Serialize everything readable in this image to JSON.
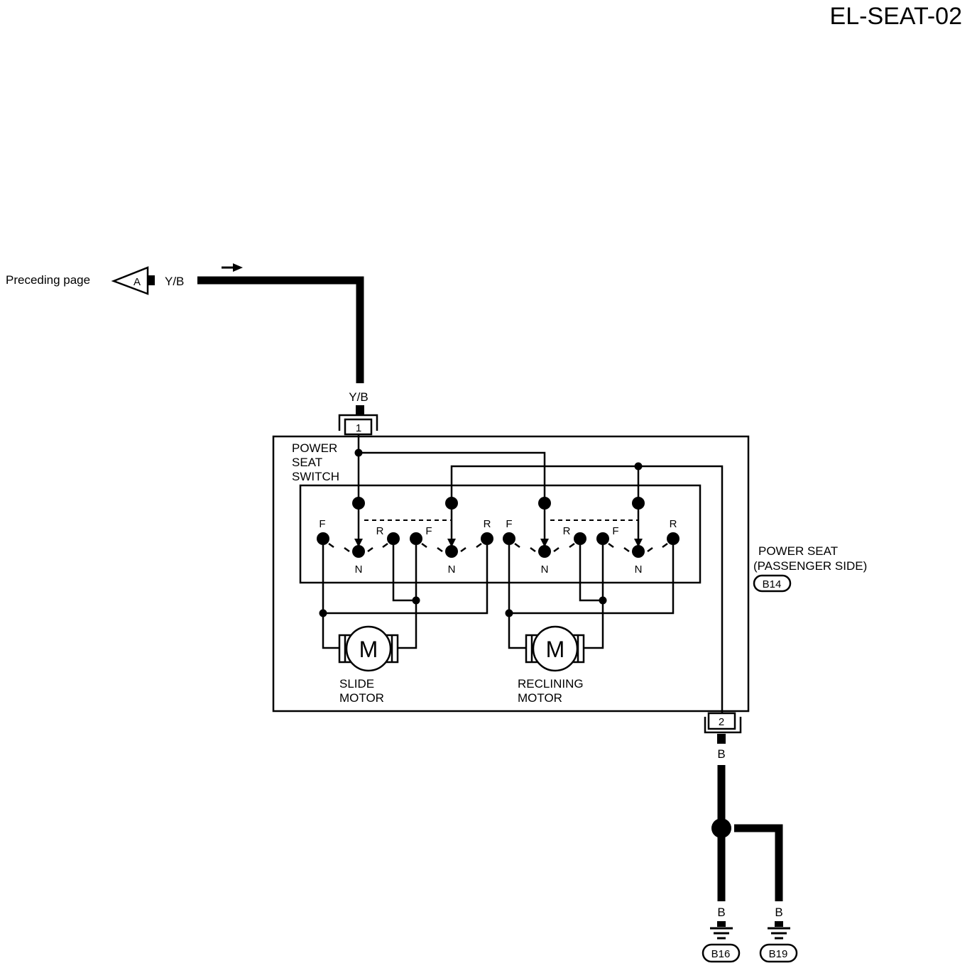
{
  "page_id": "EL-SEAT-02",
  "offpage": {
    "label": "Preceding page",
    "connector": "A",
    "wire_color": "Y/B"
  },
  "input_wire_color": "Y/B",
  "pins": {
    "top": "1",
    "bottom": "2"
  },
  "switch": {
    "title_lines": [
      "POWER",
      "SEAT",
      "SWITCH"
    ],
    "positions": {
      "forward": "F",
      "neutral": "N",
      "rear": "R"
    }
  },
  "motors": [
    {
      "symbol": "M",
      "label_lines": [
        "SLIDE",
        "MOTOR"
      ]
    },
    {
      "symbol": "M",
      "label_lines": [
        "RECLINING",
        "MOTOR"
      ]
    }
  ],
  "component": {
    "label_lines": [
      "POWER SEAT",
      "(PASSENGER SIDE)"
    ],
    "connector": "B14"
  },
  "ground": {
    "wire_color": "B",
    "grounds": [
      {
        "wire_color": "B",
        "id": "B16"
      },
      {
        "wire_color": "B",
        "id": "B19"
      }
    ]
  }
}
